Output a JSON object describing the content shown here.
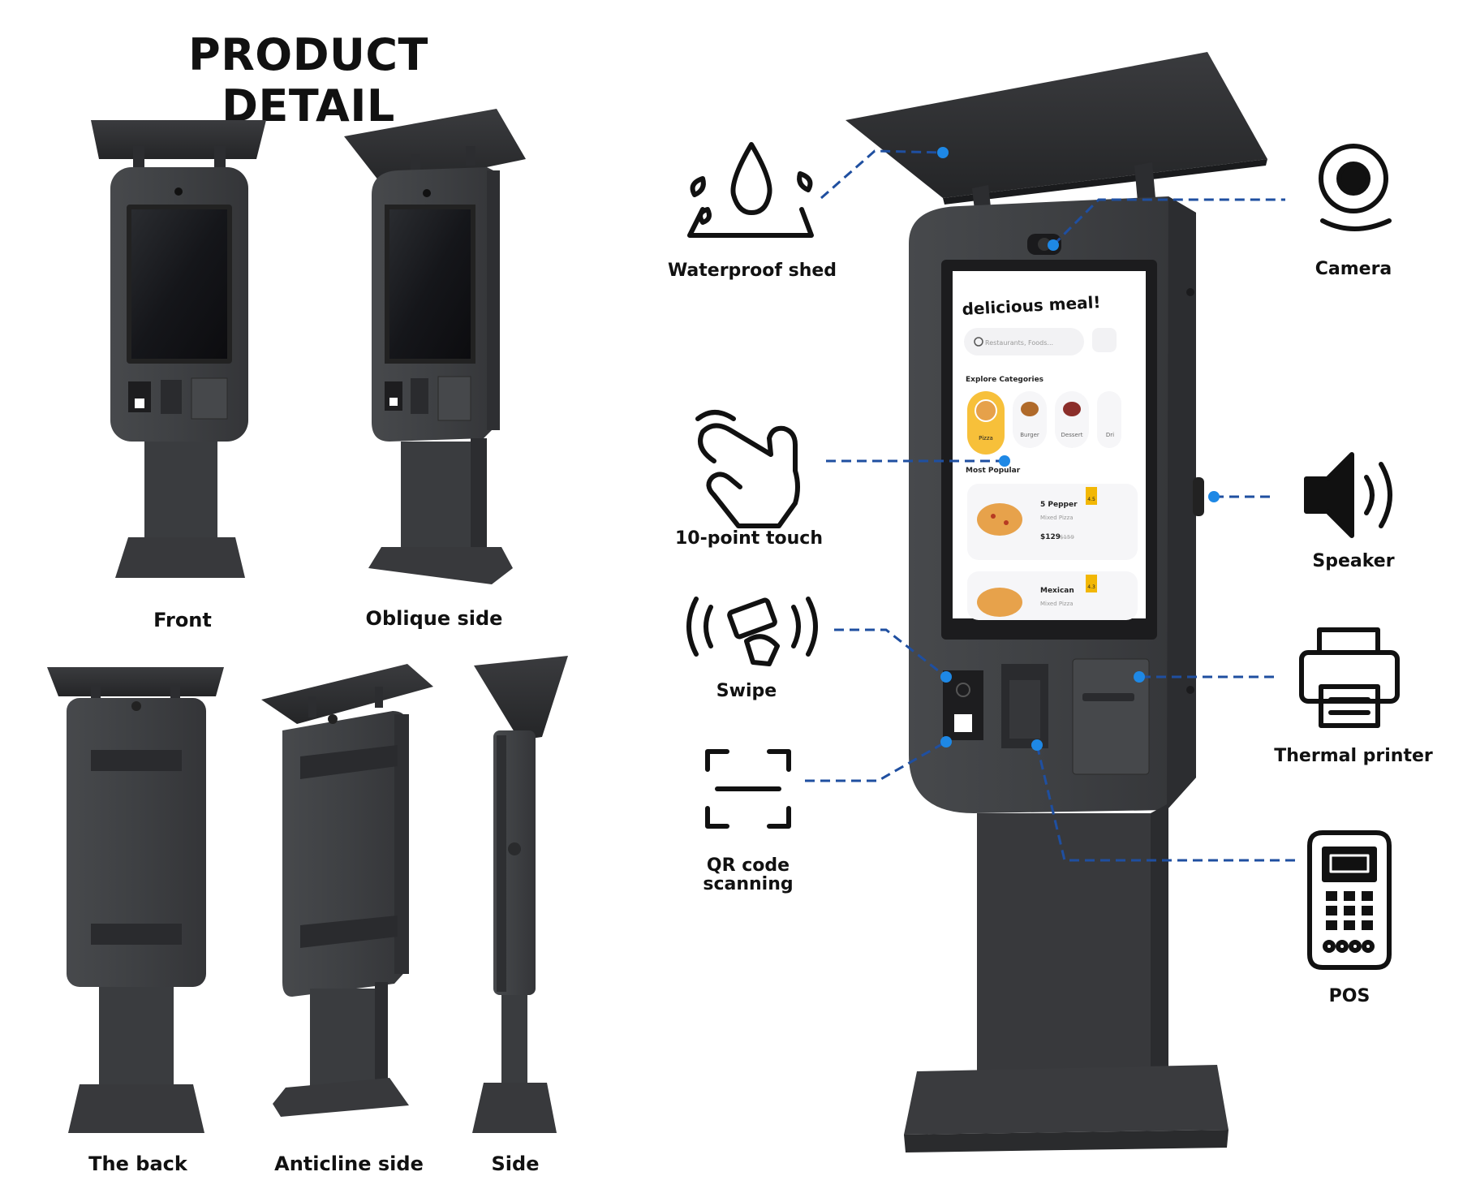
{
  "title": "PRODUCT DETAIL",
  "views": {
    "front": "Front",
    "oblique": "Oblique side",
    "back": "The back",
    "anticline": "Anticline side",
    "side": "Side"
  },
  "features": {
    "waterproof": "Waterproof shed",
    "camera": "Camera",
    "touch": "10-point touch",
    "speaker": "Speaker",
    "swipe": "Swipe",
    "printer": "Thermal printer",
    "qr_line1": "QR code",
    "qr_line2": "scanning",
    "pos": "POS"
  },
  "screen": {
    "headline": "delicious meal!",
    "search_placeholder": "Restaurants, Foods...",
    "explore": "Explore Categories",
    "categories": [
      "Pizza",
      "Burger",
      "Dessert",
      "Dri"
    ],
    "most_popular": "Most Popular",
    "item1_name": "5 Pepper",
    "item1_sub": "Mixed Pizza",
    "item1_price": "$129",
    "item1_old": "$159",
    "item1_rating": "4.5",
    "item2_name": "Mexican",
    "item2_sub": "Mixed Pizza",
    "item2_rating": "4.3"
  },
  "colors": {
    "kiosk_body": "#3d3f42",
    "kiosk_dark": "#2a2b2d",
    "leader_line": "#1f4fa0",
    "dot": "#1e88e5"
  }
}
